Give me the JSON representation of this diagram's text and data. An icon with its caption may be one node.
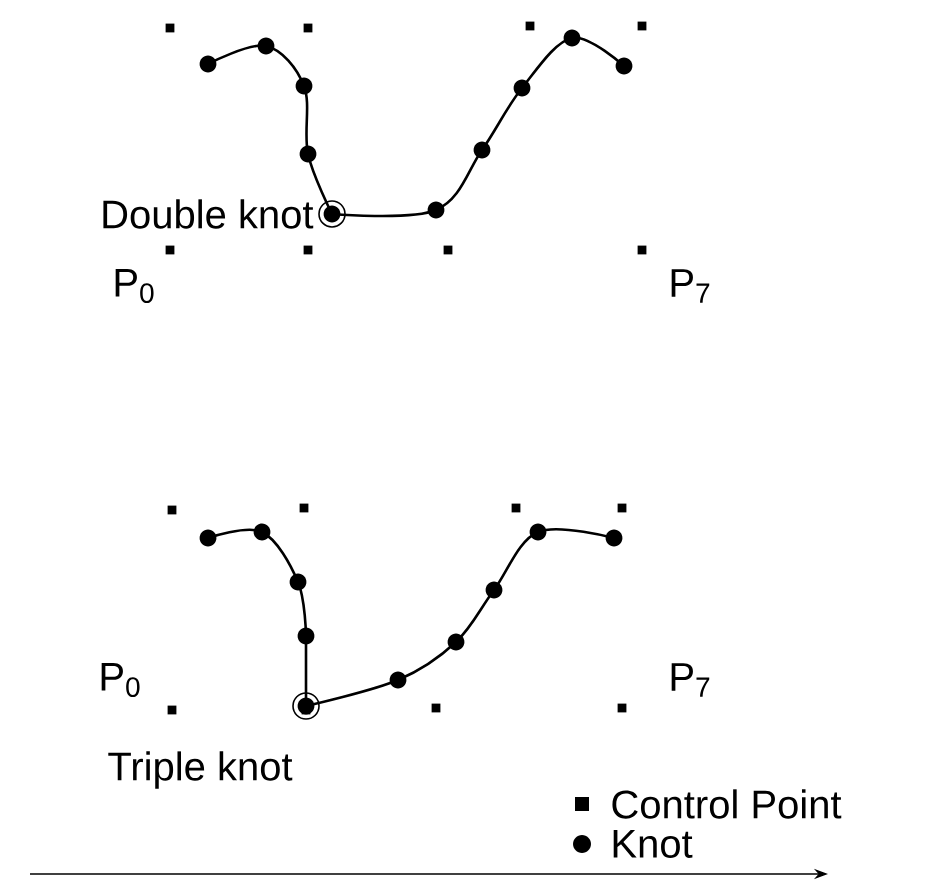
{
  "diagram": {
    "labels": [
      "Double knot",
      "P$_{0}$",
      "P$_{7}$",
      "P$_{0}$",
      "P$_{7}$",
      "Triple knot"
    ],
    "legend": [
      {
        "text": "Control Point"
      },
      {
        "text": "Knot"
      }
    ]
  }
}
